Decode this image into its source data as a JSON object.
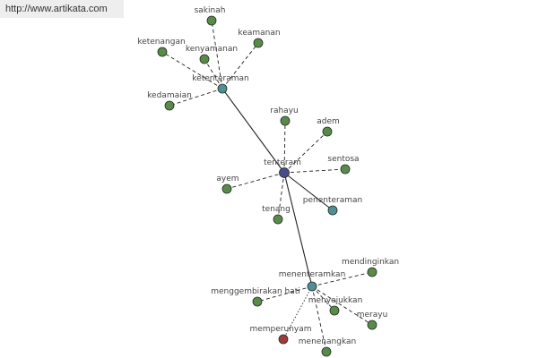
{
  "source_url": "http://www.artikata.com",
  "colors": {
    "leaf": "#5a8a4a",
    "hub": "#4f8f9a",
    "center": "#4a4a8a",
    "highlight": "#a03a3a",
    "edge": "#222222"
  },
  "nodes": [
    {
      "id": "tenteram",
      "label": "tenteram",
      "kind": "center"
    },
    {
      "id": "ketenteraman",
      "label": "ketenteraman",
      "kind": "hub"
    },
    {
      "id": "menenteramkan",
      "label": "menenteramkan",
      "kind": "hub"
    },
    {
      "id": "penenteraman",
      "label": "penenteraman",
      "kind": "hub"
    },
    {
      "id": "sakinah",
      "label": "sakinah",
      "kind": "leaf"
    },
    {
      "id": "ketenangan",
      "label": "ketenangan",
      "kind": "leaf"
    },
    {
      "id": "kenyamanan",
      "label": "kenyamanan",
      "kind": "leaf"
    },
    {
      "id": "keamanan",
      "label": "keamanan",
      "kind": "leaf"
    },
    {
      "id": "kedamaian",
      "label": "kedamaian",
      "kind": "leaf"
    },
    {
      "id": "rahayu",
      "label": "rahayu",
      "kind": "leaf"
    },
    {
      "id": "adem",
      "label": "adem",
      "kind": "leaf"
    },
    {
      "id": "sentosa",
      "label": "sentosa",
      "kind": "leaf"
    },
    {
      "id": "ayem",
      "label": "ayem",
      "kind": "leaf"
    },
    {
      "id": "tenang",
      "label": "tenang",
      "kind": "leaf"
    },
    {
      "id": "mendinginkan",
      "label": "mendinginkan",
      "kind": "leaf"
    },
    {
      "id": "menggembirakan-hati",
      "label": "menggembirakan hati",
      "kind": "leaf"
    },
    {
      "id": "menyejukkan",
      "label": "menyejukkan",
      "kind": "leaf"
    },
    {
      "id": "merayu",
      "label": "merayu",
      "kind": "leaf"
    },
    {
      "id": "memperunyam",
      "label": "memperunyam",
      "kind": "highlight"
    },
    {
      "id": "menenangkan",
      "label": "menenangkan",
      "kind": "leaf"
    }
  ],
  "edges": [
    {
      "from": "tenteram",
      "to": "ketenteraman",
      "style": "solid"
    },
    {
      "from": "tenteram",
      "to": "menenteramkan",
      "style": "solid"
    },
    {
      "from": "tenteram",
      "to": "penenteraman",
      "style": "solid"
    },
    {
      "from": "tenteram",
      "to": "rahayu",
      "style": "dashed"
    },
    {
      "from": "tenteram",
      "to": "adem",
      "style": "dashed"
    },
    {
      "from": "tenteram",
      "to": "sentosa",
      "style": "dashed"
    },
    {
      "from": "tenteram",
      "to": "ayem",
      "style": "dashed"
    },
    {
      "from": "tenteram",
      "to": "tenang",
      "style": "dashed"
    },
    {
      "from": "ketenteraman",
      "to": "sakinah",
      "style": "dashed"
    },
    {
      "from": "ketenteraman",
      "to": "ketenangan",
      "style": "dashed"
    },
    {
      "from": "ketenteraman",
      "to": "kenyamanan",
      "style": "dashed"
    },
    {
      "from": "ketenteraman",
      "to": "keamanan",
      "style": "dashed"
    },
    {
      "from": "ketenteraman",
      "to": "kedamaian",
      "style": "dashed"
    },
    {
      "from": "menenteramkan",
      "to": "mendinginkan",
      "style": "dashed"
    },
    {
      "from": "menenteramkan",
      "to": "menggembirakan-hati",
      "style": "dashed"
    },
    {
      "from": "menenteramkan",
      "to": "menyejukkan",
      "style": "dashed"
    },
    {
      "from": "menenteramkan",
      "to": "merayu",
      "style": "dashed"
    },
    {
      "from": "menenteramkan",
      "to": "memperunyam",
      "style": "dotted"
    },
    {
      "from": "menenteramkan",
      "to": "menenangkan",
      "style": "dashed"
    }
  ]
}
